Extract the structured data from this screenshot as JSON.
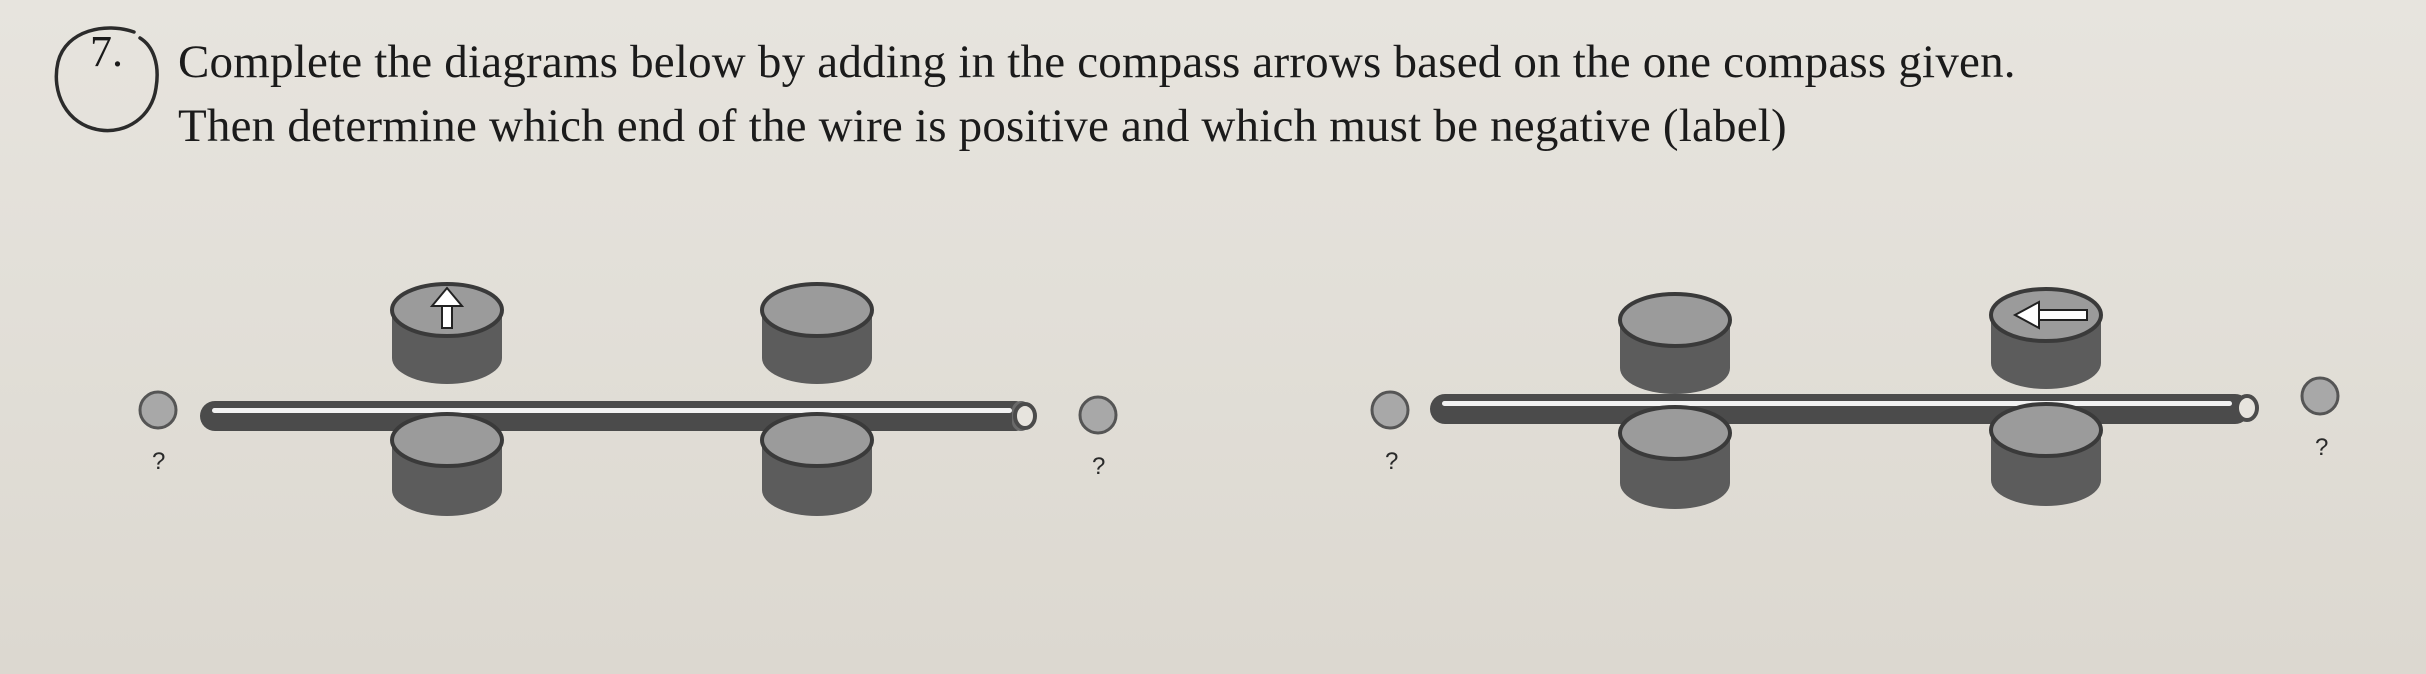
{
  "question": {
    "number": "7.",
    "line1": "Complete the diagrams below by adding in the compass arrows based on the one compass given.",
    "line2": "Then determine which end of the wire is positive and which must be negative (label)"
  },
  "diagrams": [
    {
      "left_terminal_label": "?",
      "right_terminal_label": "?",
      "given_compass": {
        "position": "top-left",
        "arrow_direction": "up"
      }
    },
    {
      "left_terminal_label": "?",
      "right_terminal_label": "?",
      "given_compass": {
        "position": "top-right",
        "arrow_direction": "left"
      }
    }
  ],
  "colors": {
    "wire_dark": "#4b4b4b",
    "wire_light": "#f2f2f2",
    "compass_top": "#9b9b9b",
    "compass_side": "#5c5c5c",
    "terminal": "#a8a8a8"
  }
}
